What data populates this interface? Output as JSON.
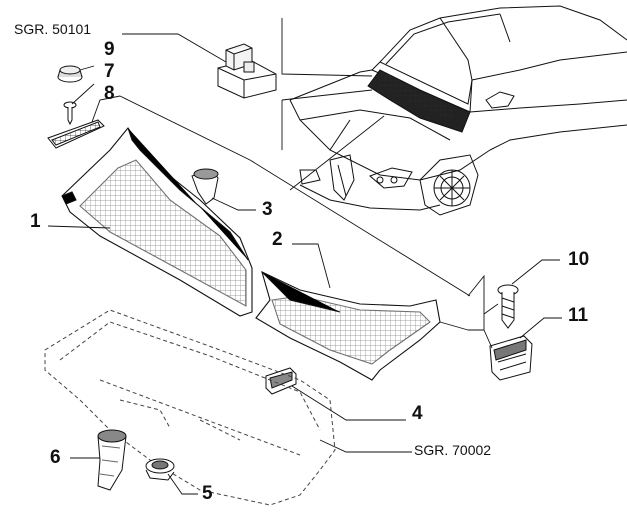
{
  "references": {
    "top": "SGR. 50101",
    "bottom": "SGR. 70002"
  },
  "callouts": {
    "c1": "1",
    "c2": "2",
    "c3": "3",
    "c4": "4",
    "c5": "5",
    "c6": "6",
    "c7": "7",
    "c8": "8",
    "c9": "9",
    "c10": "10",
    "c11": "11"
  },
  "colors": {
    "line": "#111111",
    "shade": "#555555",
    "fill": "#ffffff",
    "hatch": "#444444",
    "dark": "#222222"
  }
}
